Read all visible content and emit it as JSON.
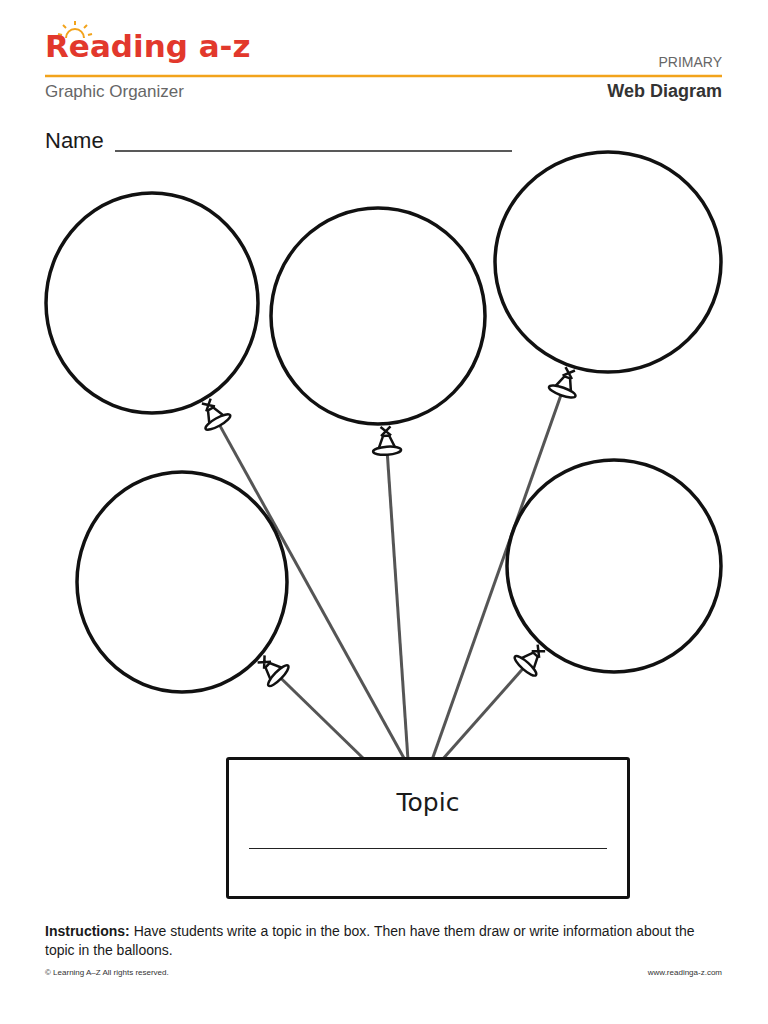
{
  "diagram": {
    "title": "Web Diagram",
    "nodes": [
      {
        "text": [
          "Topic"
        ]
      }
    ],
    "labels": [
      "Reading a-z",
      "PRIMARY",
      "Graphic Organizer",
      "Name",
      "Instructions:",
      "Have students write a topic in the box. Then have them draw or write information about the topic in the balloons.",
      "© Learning A–Z All rights reserved.",
      "www.readinga-z.com"
    ]
  }
}
